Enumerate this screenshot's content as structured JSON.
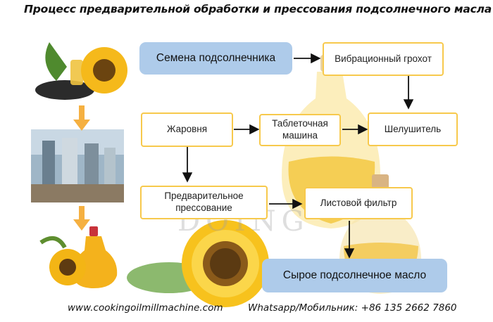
{
  "title": "Процесс предварительной обработки и прессования подсолнечного масла",
  "watermark": "DOING",
  "nodes": {
    "seeds": "Семена подсолнечника",
    "vibro": "Вибрационный грохот",
    "huller": "Шелушитель",
    "roaster": "Жаровня",
    "tablet": "Таблеточная машина",
    "prepress": "Предварительное прессование",
    "filter": "Листовой фильтр",
    "crude_oil": "Сырое подсолнечное масло"
  },
  "footer": {
    "website": "www.cookingoilmillmachine.com",
    "contact": "Whatsapp/Мобильник: +86 135 2662 7860"
  },
  "colors": {
    "accent_border": "#f7c94c",
    "highlight_fill": "#aecbea",
    "side_arrow": "#f5b041",
    "flow_arrow": "#111111"
  }
}
